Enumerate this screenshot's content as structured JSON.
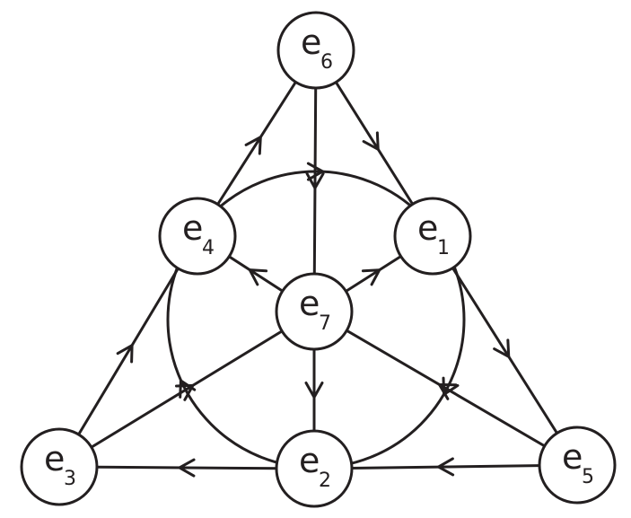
{
  "nodes": [
    {
      "id": "e1",
      "base": "e",
      "sub": "1"
    },
    {
      "id": "e2",
      "base": "e",
      "sub": "2"
    },
    {
      "id": "e3",
      "base": "e",
      "sub": "3"
    },
    {
      "id": "e4",
      "base": "e",
      "sub": "4"
    },
    {
      "id": "e5",
      "base": "e",
      "sub": "5"
    },
    {
      "id": "e6",
      "base": "e",
      "sub": "6"
    },
    {
      "id": "e7",
      "base": "e",
      "sub": "7"
    }
  ],
  "edges": [
    {
      "from": "e4",
      "to": "e6"
    },
    {
      "from": "e6",
      "to": "e1"
    },
    {
      "from": "e6",
      "to": "e7"
    },
    {
      "from": "e7",
      "to": "e4"
    },
    {
      "from": "e7",
      "to": "e1"
    },
    {
      "from": "e7",
      "to": "e2"
    },
    {
      "from": "e3",
      "to": "e7"
    },
    {
      "from": "e5",
      "to": "e7"
    },
    {
      "from": "e3",
      "to": "e4"
    },
    {
      "from": "e1",
      "to": "e5"
    },
    {
      "from": "e2",
      "to": "e3"
    },
    {
      "from": "e5",
      "to": "e2"
    },
    {
      "from": "e4",
      "to": "e1",
      "arc": "circle"
    },
    {
      "from": "e1",
      "to": "e2",
      "arc": "circle"
    },
    {
      "from": "e2",
      "to": "e4",
      "arc": "circle"
    }
  ],
  "colors": {
    "stroke": "#231f20",
    "fill": "#ffffff"
  }
}
